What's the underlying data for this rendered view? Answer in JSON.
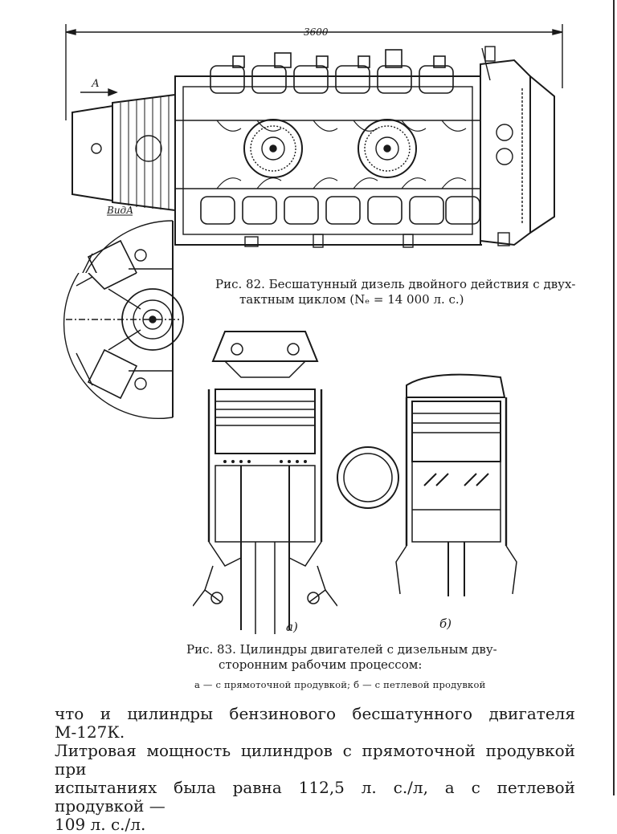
{
  "figure82": {
    "dimension_label": "3600",
    "arrow_label": "А",
    "view_label": "ВидА",
    "caption_line1": "Рис. 82. Бесшатунный дизель двойного действия с двух-",
    "caption_line2": "тактным циклом (Nₑ = 14 000 л. с.)"
  },
  "figure83": {
    "label_a": "а)",
    "label_b": "б)",
    "caption_line1": "Рис. 83. Цилиндры двигателей с дизельным дву-",
    "caption_line2": "сторонним рабочим процессом:",
    "subcaption": "а — с прямоточной продувкой; б — с петлевой продувкой"
  },
  "body": {
    "line1": "что и цилиндры бензинового бесшатунного двигателя М-127К.",
    "line2": "Литровая мощность цилиндров с прямоточной продувкой при",
    "line3": "испытаниях была равна 112,5 л. с./л, а с петлевой продувкой —",
    "line4": "109 л. с./л."
  }
}
